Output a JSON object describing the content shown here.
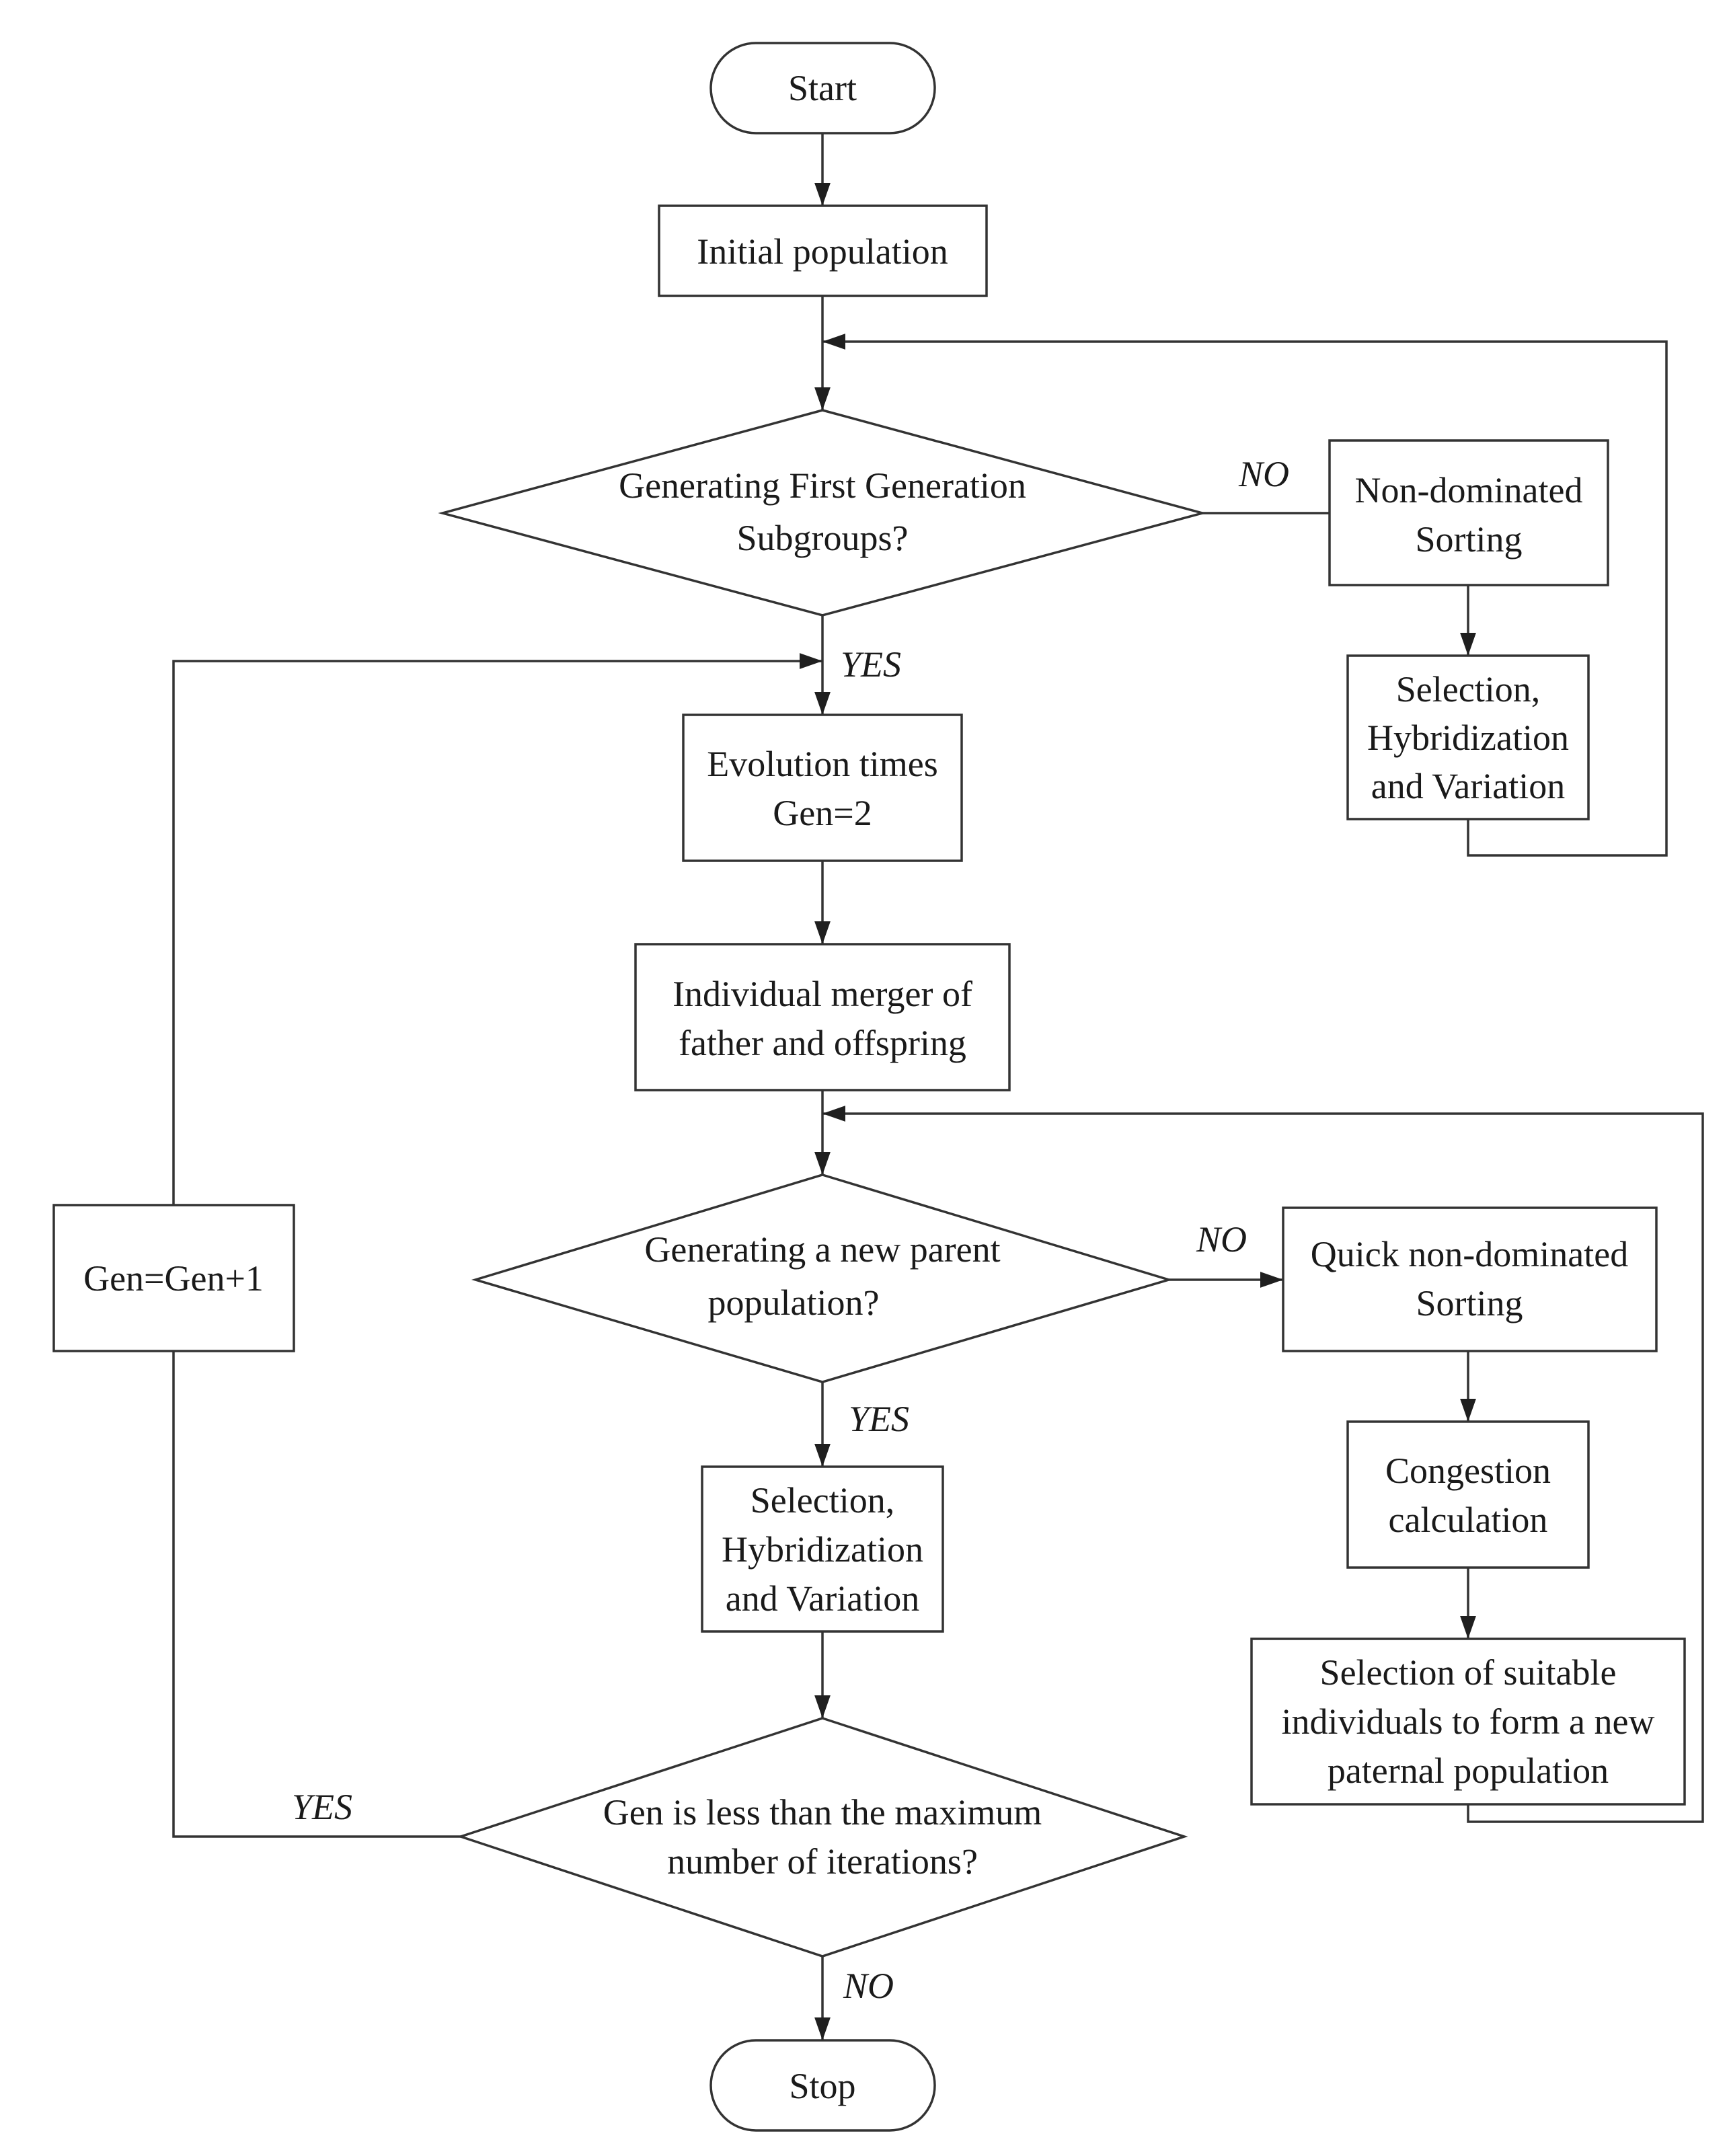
{
  "nodes": {
    "start": "Start",
    "initial_population": "Initial population",
    "decision_first_generation": [
      "Generating First Generation",
      "Subgroups?"
    ],
    "non_dominated_sorting": [
      "Non-dominated",
      "Sorting"
    ],
    "selection_top": [
      "Selection,",
      "Hybridization",
      "and Variation"
    ],
    "evolution_times": [
      "Evolution times",
      "Gen=2"
    ],
    "individual_merger": [
      "Individual merger of",
      "father and offspring"
    ],
    "decision_new_parent": [
      "Generating a new parent",
      "population?"
    ],
    "quick_sorting": [
      "Quick non-dominated",
      "Sorting"
    ],
    "congestion": [
      "Congestion",
      "calculation"
    ],
    "selection_suitable": [
      "Selection of suitable",
      "individuals to form a new",
      "paternal population"
    ],
    "selection_bottom": [
      "Selection,",
      "Hybridization",
      "and Variation"
    ],
    "gen_increment": "Gen=Gen+1",
    "decision_max_iterations": [
      "Gen is less than the maximum",
      "number of iterations?"
    ],
    "stop": "Stop"
  },
  "edge_labels": {
    "no_first_generation": "NO",
    "yes_first_generation": "YES",
    "no_new_parent": "NO",
    "yes_new_parent": "YES",
    "yes_max_iterations": "YES",
    "no_max_iterations": "NO"
  }
}
